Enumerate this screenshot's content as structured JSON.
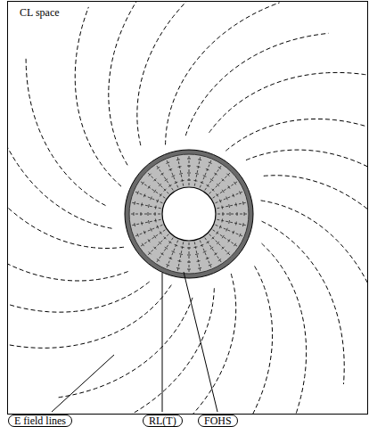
{
  "diagram": {
    "nodes": [
      {
        "text": [
          "E field lines"
        ]
      },
      {
        "text": [
          "RL(T)"
        ]
      },
      {
        "text": [
          "FOHS"
        ]
      }
    ],
    "labels": [
      "CL space"
    ]
  }
}
